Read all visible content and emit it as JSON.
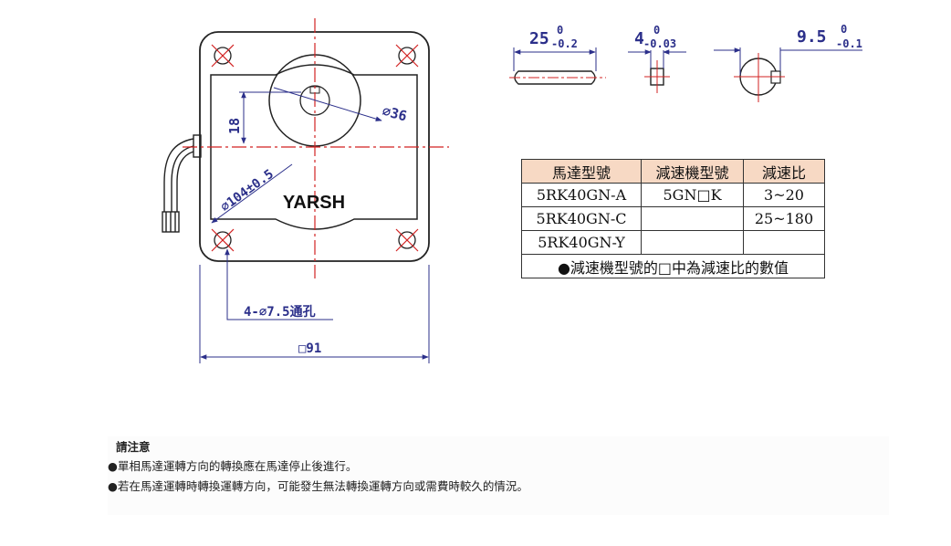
{
  "drawing": {
    "brand": "YARSH",
    "dims": {
      "height_18": "18",
      "dia_36": "⌀36",
      "dia_104": "⌀104±0.5",
      "holes": "4-⌀7.5通孔",
      "square_91": "□91",
      "key_25_main": "25",
      "key_25_up": "0",
      "key_25_low": "-0.2",
      "key_4_main": "4",
      "key_4_up": "0",
      "key_4_low": "-0.03",
      "key_95_main": "9.5",
      "key_95_up": "0",
      "key_95_low": "-0.1"
    },
    "colors": {
      "dimension": "#2b2f8a",
      "centerline": "#d22222",
      "outline": "#222222"
    }
  },
  "table": {
    "headers": [
      "馬達型號",
      "減速機型號",
      "減速比"
    ],
    "rows": [
      [
        "5RK40GN-A",
        "5GN□K",
        "3~20"
      ],
      [
        "5RK40GN-C",
        "",
        "25~180"
      ],
      [
        "5RK40GN-Y",
        "",
        ""
      ]
    ],
    "footnote": "●減速機型號的□中為減速比的數值",
    "header_bg": "#f7d9c4"
  },
  "notes": {
    "title": "請注意",
    "items": [
      "●單相馬達運轉方向的轉換應在馬達停止後進行。",
      "●若在馬達運轉時轉換運轉方向，可能發生無法轉換運轉方向或需費時較久的情況。"
    ]
  }
}
